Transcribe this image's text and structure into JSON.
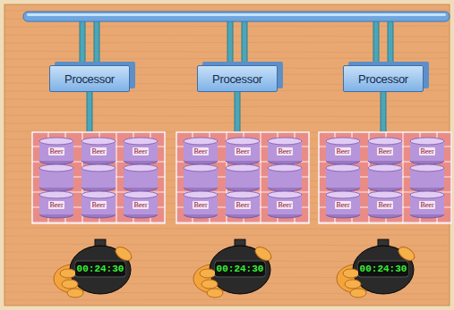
{
  "diagram": {
    "nodes": [
      {
        "text": [
          "Processor"
        ]
      },
      {
        "text": [
          "Processor"
        ]
      },
      {
        "text": [
          "Processor"
        ]
      }
    ],
    "labels": [
      "Beer",
      "Beer",
      "Beer",
      "Beer",
      "Beer",
      "Beer",
      "Beer",
      "Beer",
      "Beer",
      "Beer",
      "Beer",
      "Beer",
      "Beer",
      "Beer",
      "Beer",
      "Beer",
      "Beer",
      "Beer",
      "00:24:30",
      "00:24:30",
      "00:24:30"
    ]
  }
}
